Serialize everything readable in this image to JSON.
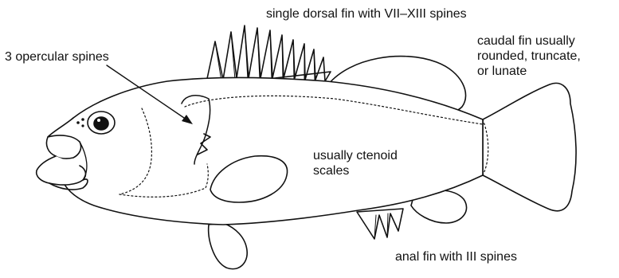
{
  "labels": {
    "dorsal_fin": "single dorsal fin with VII–XIII spines",
    "opercular_spines": "3 opercular spines",
    "caudal_fin": [
      "caudal fin usually",
      "rounded, truncate,",
      "or lunate"
    ],
    "scales": [
      "usually ctenoid",
      "scales"
    ],
    "anal_fin": "anal fin with III spines"
  }
}
